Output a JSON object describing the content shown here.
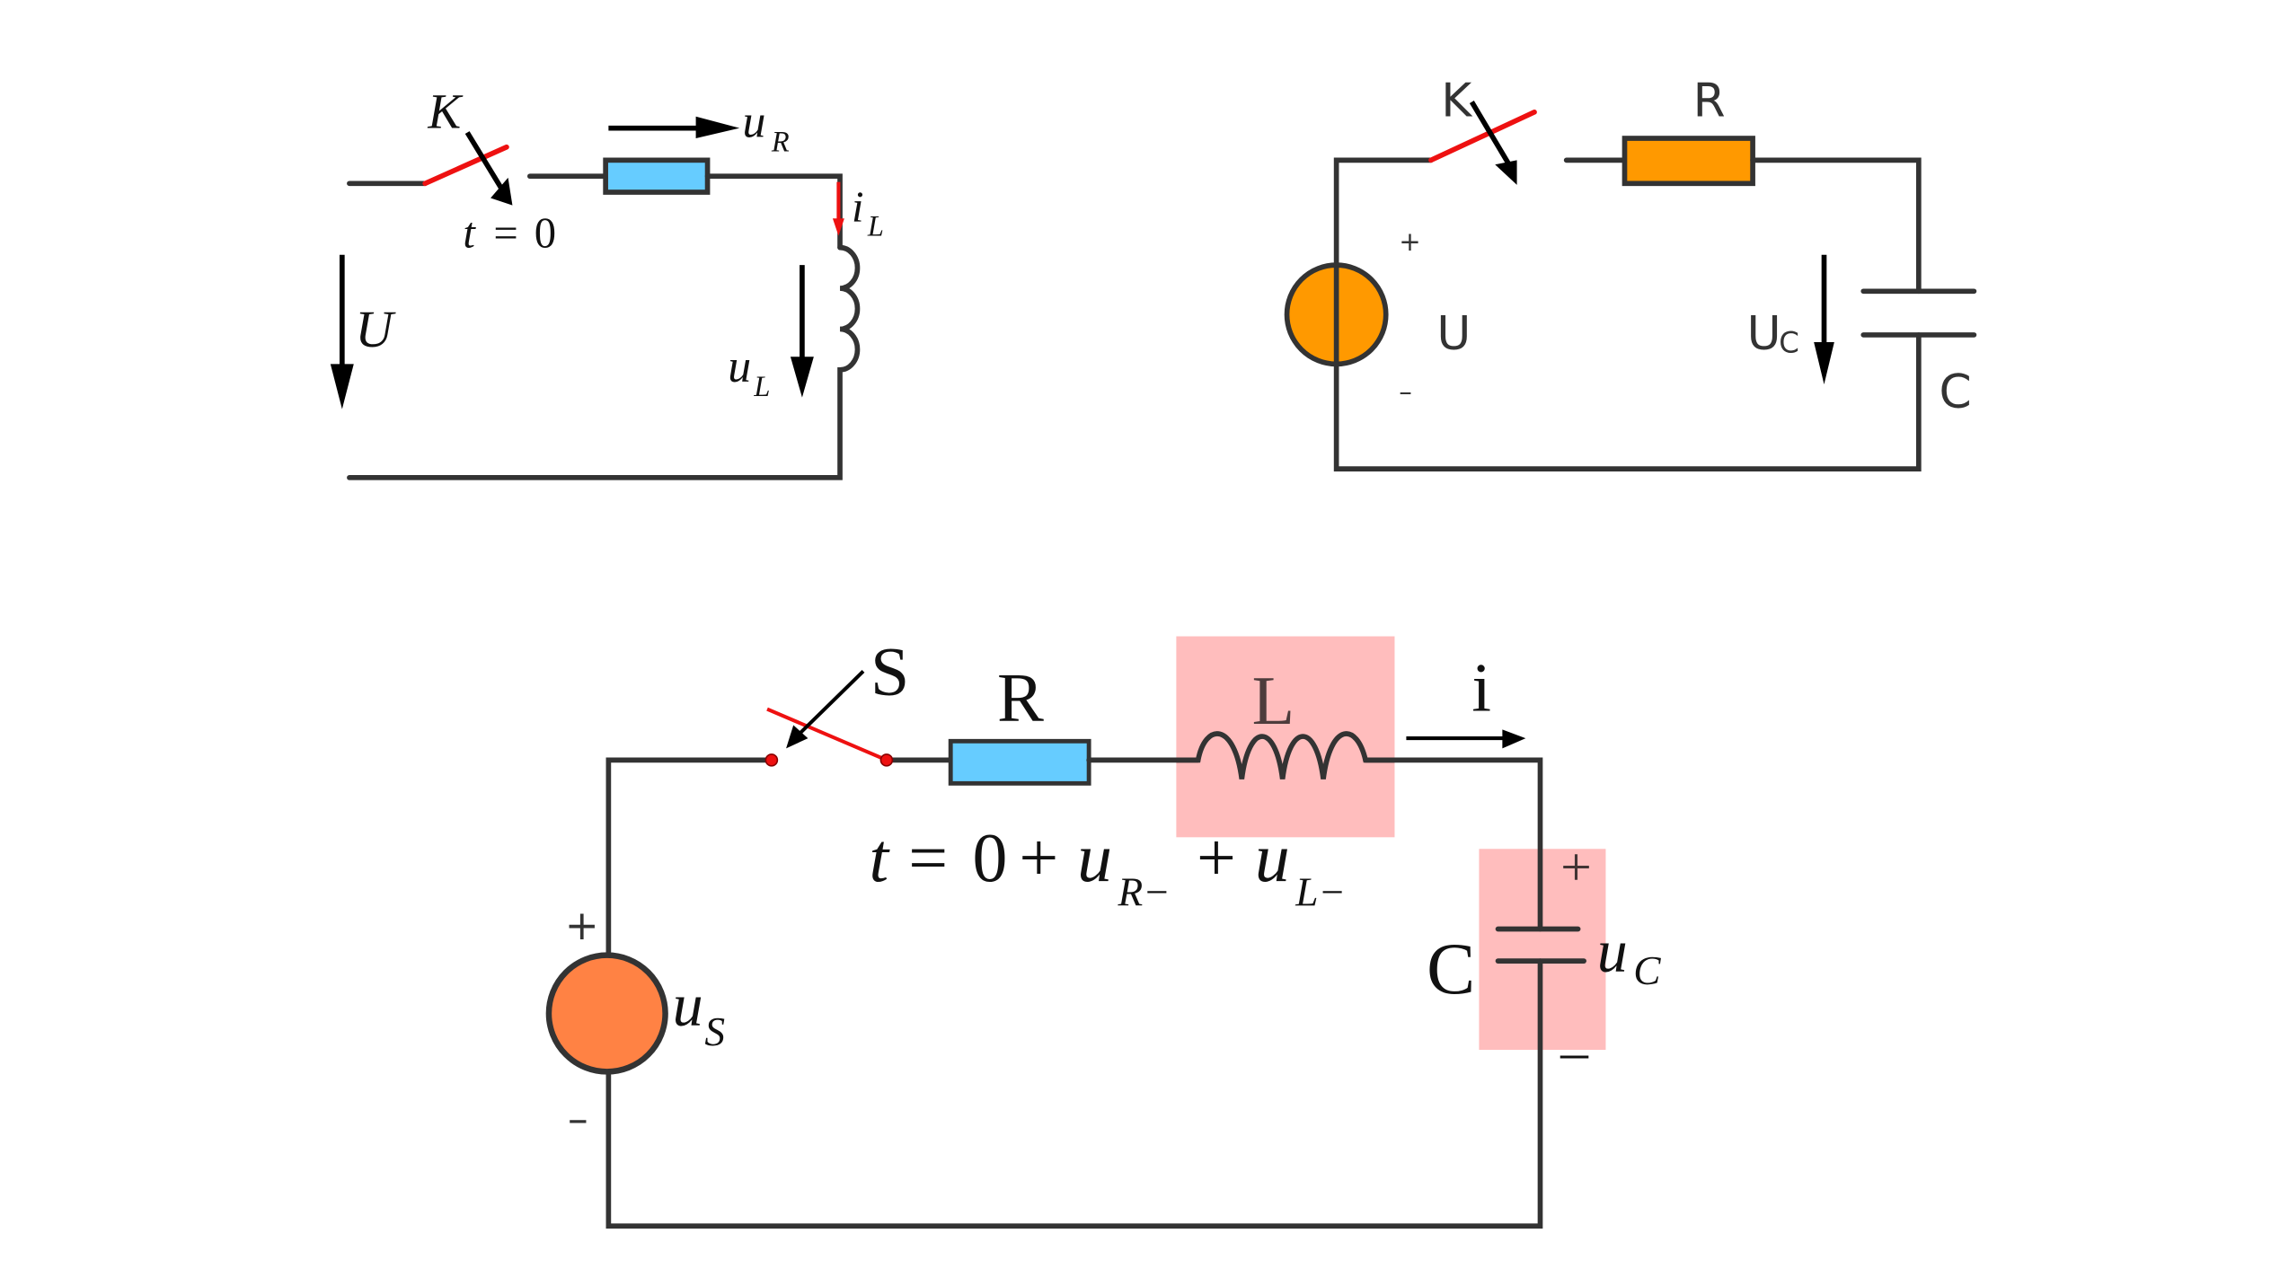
{
  "colors": {
    "wire": "#333333",
    "switch": "#ee1111",
    "resistor_blue": "#66ccff",
    "resistor_orange": "#ff9900",
    "source_orange_top": "#ff9900",
    "source_orange_bottom": "#ff8244",
    "highlight": "#ff9a9a"
  },
  "circuit_rl": {
    "switch_label": "K",
    "switch_time_t": "t",
    "switch_time_eq": "=",
    "switch_time_val": "0",
    "resistor_voltage": "u",
    "resistor_voltage_sub": "R",
    "inductor_current": "i",
    "inductor_current_sub": "L",
    "inductor_voltage": "u",
    "inductor_voltage_sub": "L",
    "source_voltage": "U"
  },
  "circuit_rc": {
    "switch_label": "K",
    "resistor_label": "R",
    "source_label": "U",
    "source_plus": "+",
    "source_minus": "–",
    "capacitor_voltage": "U",
    "capacitor_voltage_sub": "C",
    "capacitor_label": "C"
  },
  "circuit_rlc": {
    "switch_label": "S",
    "resistor_label": "R",
    "inductor_label": "L",
    "current_label": "i",
    "capacitor_label": "C",
    "capacitor_voltage": "u",
    "capacitor_voltage_sub": "C",
    "cap_plus": "+",
    "cap_minus": "–",
    "source_voltage": "u",
    "source_voltage_sub": "S",
    "source_plus": "+",
    "source_minus": "–",
    "equation": {
      "t": "t",
      "eq": "=",
      "zero": "0",
      "plus1": "+",
      "u1": "u",
      "u1_sub": "R−",
      "plus2": "+",
      "u2": "u",
      "u2_sub": "L−"
    }
  }
}
